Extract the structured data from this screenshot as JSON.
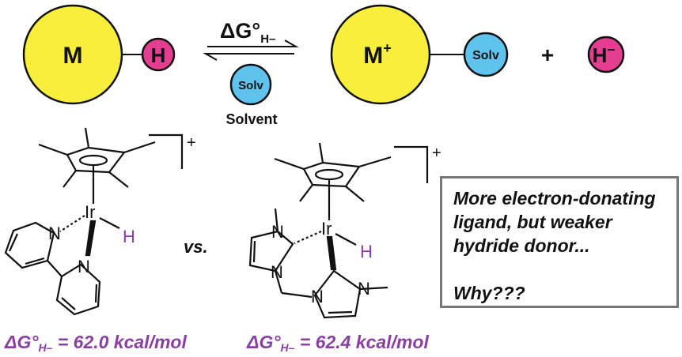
{
  "reaction": {
    "reactant_metal": "M",
    "reactant_hydride": "H",
    "arrow_label_main": "ΔG°",
    "arrow_label_sub": "H–",
    "solvent_circle": "Solv",
    "solvent_caption": "Solvent",
    "product_metal": "M",
    "product_metal_charge": "+",
    "product_solvent": "Solv",
    "plus": "+",
    "product_hydride": "H",
    "product_hydride_charge": "–"
  },
  "complex_left": {
    "metal": "Ir",
    "hydride": "H",
    "nitrogen_top": "N",
    "nitrogen_bottom": "N",
    "charge": "+",
    "energy_prefix": "ΔG°",
    "energy_sub": "H–",
    "energy_value": "= 62.0 kcal/mol"
  },
  "versus": "vs.",
  "complex_right": {
    "metal": "Ir",
    "hydride": "H",
    "nitrogens": [
      "N",
      "N",
      "N",
      "N"
    ],
    "charge": "+",
    "energy_prefix": "ΔG°",
    "energy_sub": "H–",
    "energy_value": "= 62.4 kcal/mol"
  },
  "note": {
    "lines": [
      "More electron-donating",
      "ligand, but weaker",
      "hydride donor...",
      "Why???"
    ]
  },
  "colors": {
    "metal_yellow": "#f7ef3c",
    "hydride_pink": "#e53d8f",
    "solvent_blue": "#5fc3ee",
    "hydride_label_purple": "#8a3fa3",
    "energy_purple": "#8a3fa3"
  }
}
